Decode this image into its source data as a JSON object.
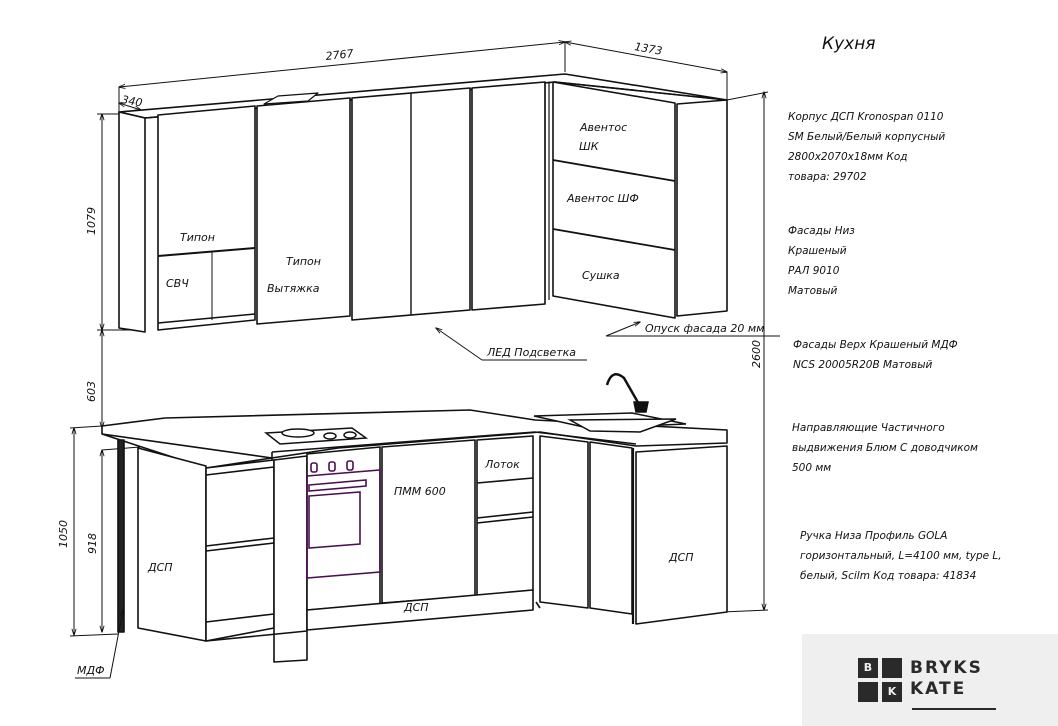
{
  "title": "Кухня",
  "dimensions": {
    "total_width": "2767",
    "side_width": "1373",
    "upper_depth": "340",
    "upper_height": "1079",
    "gap_height": "603",
    "counter_height": "1050",
    "base_height": "918",
    "total_height": "2600"
  },
  "cabinet_labels": {
    "tipon_1": "Типон",
    "svch": "СВЧ",
    "tipon_2": "Типон",
    "vytyazhka": "Вытяжка",
    "aventos_shk_1": "Авентос",
    "aventos_shk_2": "ШК",
    "aventos_shf": "Авентос ШФ",
    "sushka": "Сушка",
    "dsp_left": "ДСП",
    "pmm": "ПММ 600",
    "lotok": "Лоток",
    "dsp_plinth": "ДСП",
    "dsp_right": "ДСП"
  },
  "callouts": {
    "led": "ЛЕД Подсветка",
    "facade_drop": "Опуск фасада 20 мм",
    "mdf": "МДФ"
  },
  "notes": {
    "body": "Корпус ДСП Kronospan 0110\nSM Белый/Белый корпусный\n2800x2070x18мм Код\nтовара: 29702",
    "lower_facades": "Фасады Низ\nКрашеный\nРАЛ 9010\nМатовый",
    "upper_facades": "Фасады Верх Крашеный МДФ\nNCS 20005R20B Матовый",
    "runners": "Направляющие Частичного\nвыдвижения Блюм С доводчиком\n500 мм",
    "handle": "Ручка Низа Профиль GOLA\nгоризонтальный, L=4100 мм, type L,\nбелый, Scilm Код товара: 41834"
  },
  "logo": {
    "line1": "BRYKS",
    "line2": "KATE",
    "mark_b": "B",
    "mark_k": "K"
  },
  "colors": {
    "line": "#111111",
    "oven": "#4a1050",
    "logo_bg": "#efefef",
    "logo_ink": "#2a2a2a"
  }
}
